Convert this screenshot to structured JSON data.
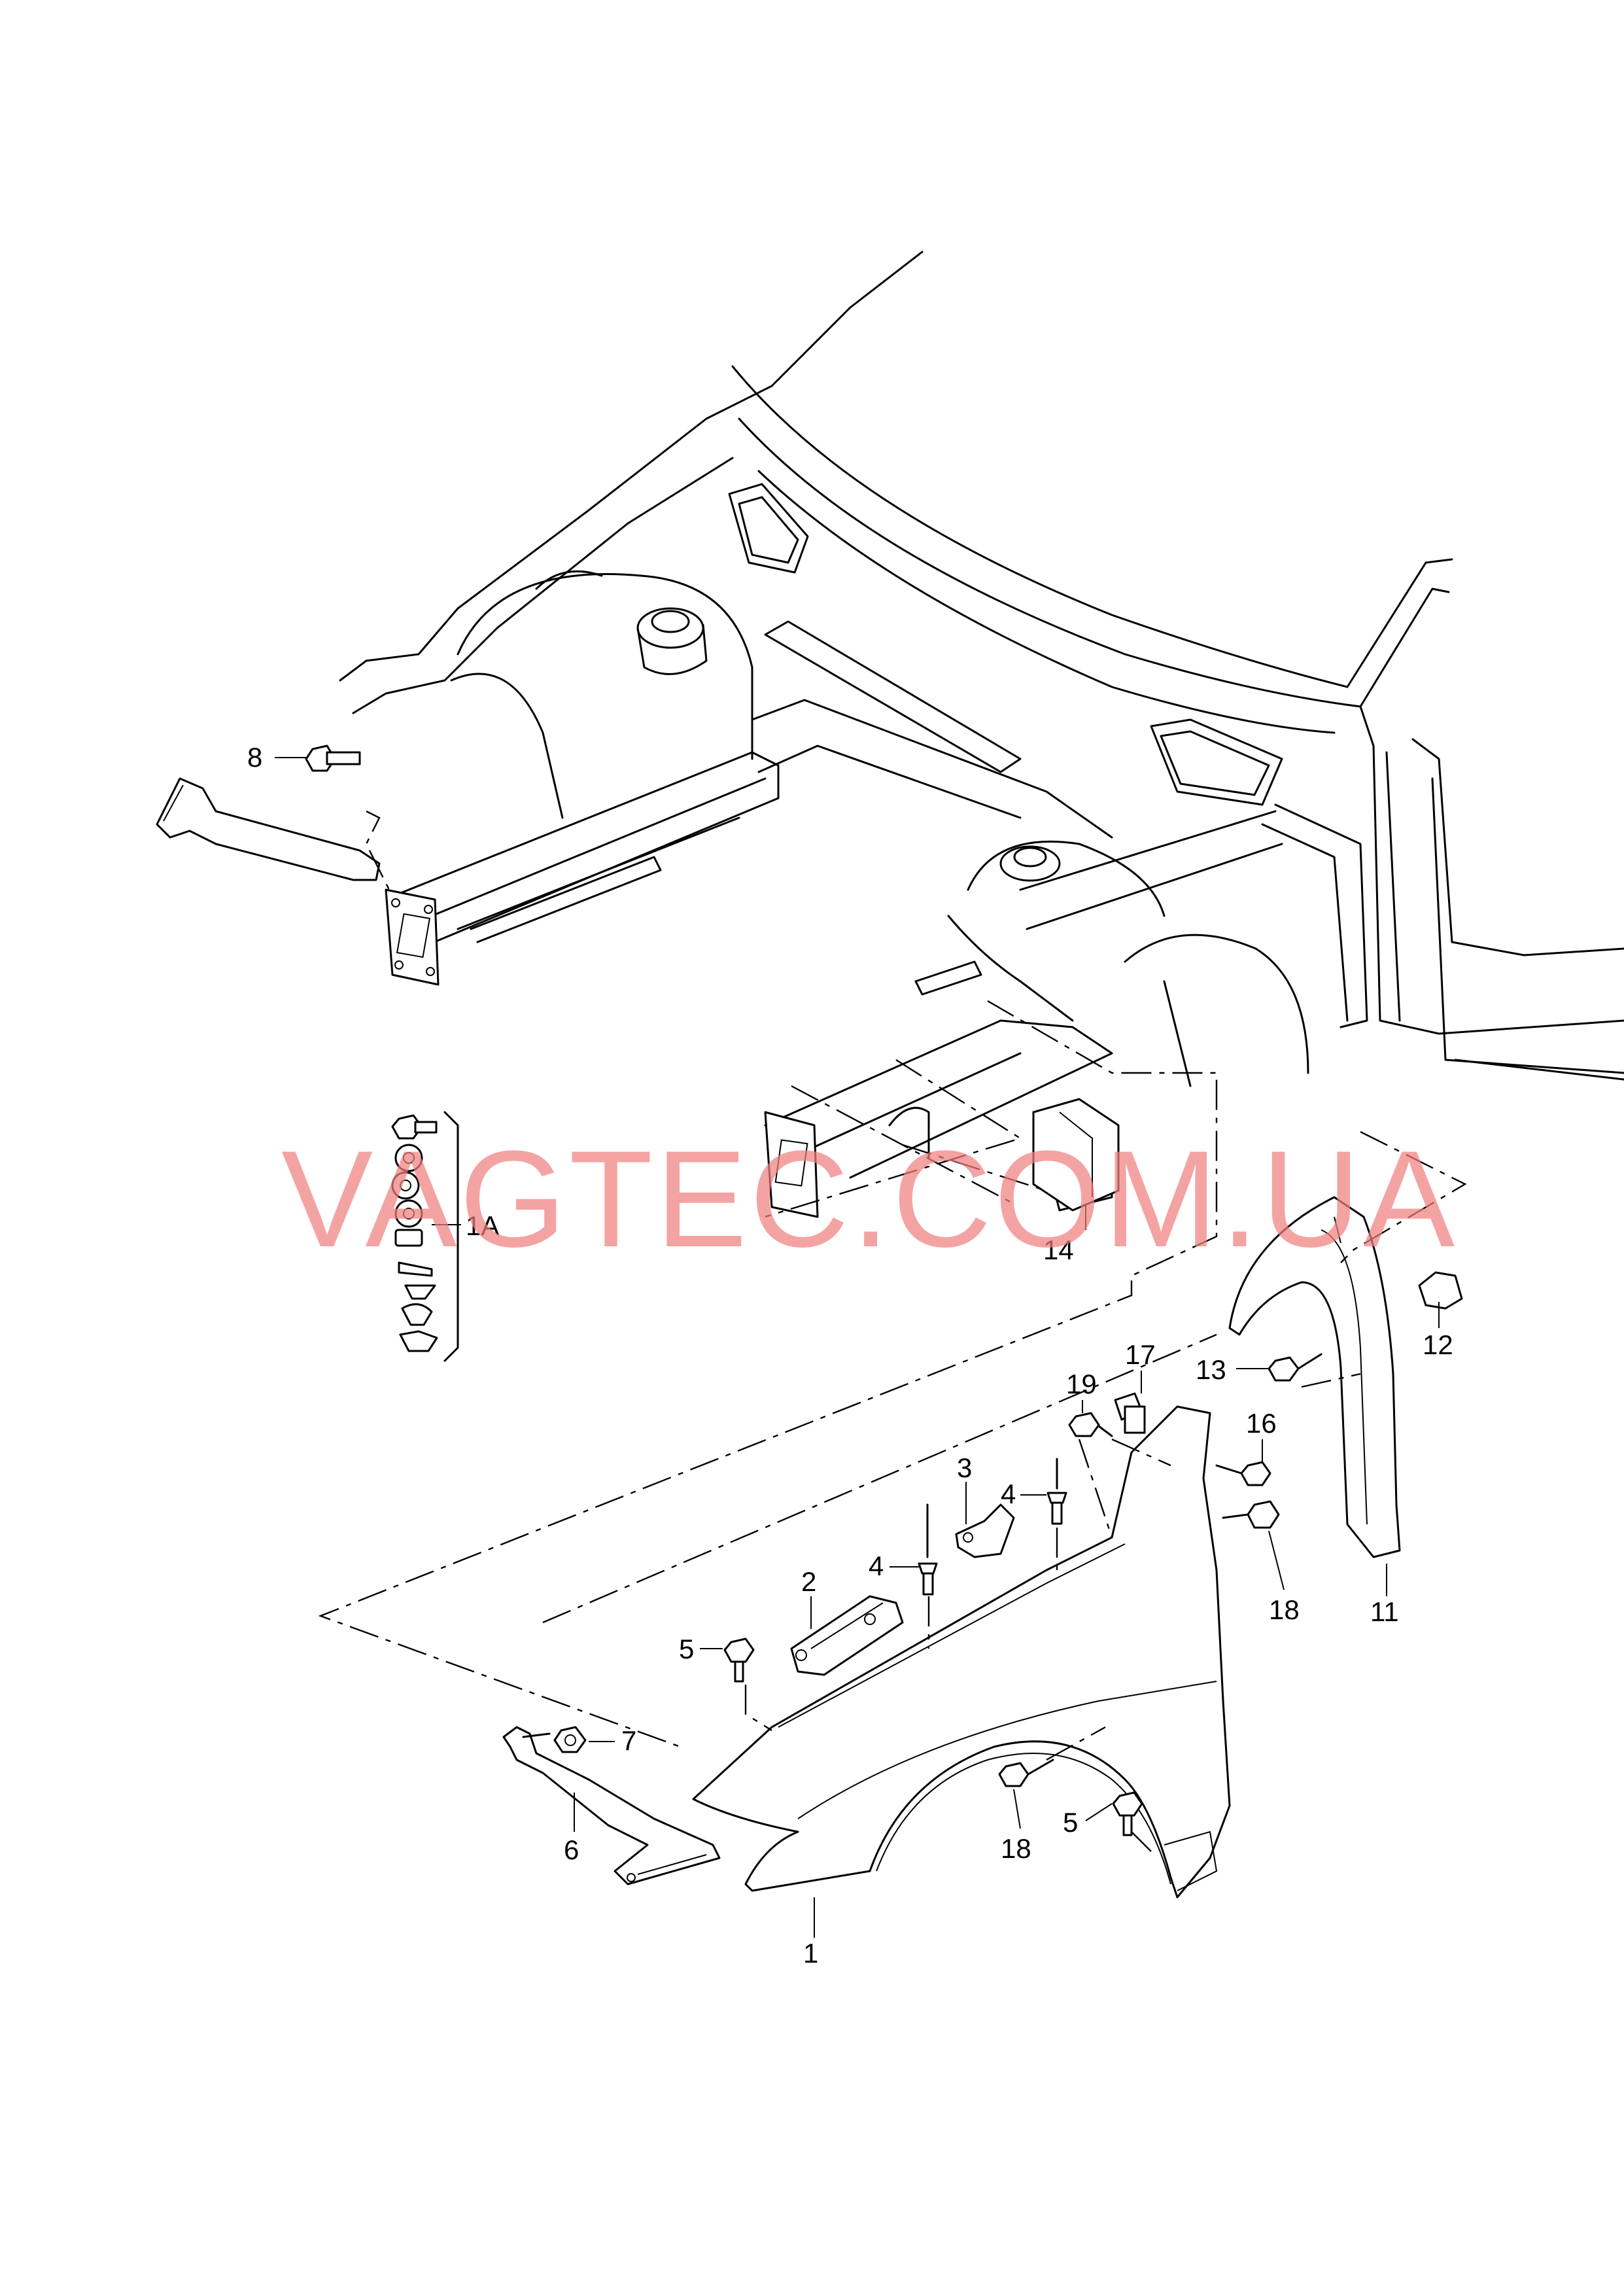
{
  "watermark": "VAGTEC.COM.UA",
  "callouts": {
    "c1": "1",
    "c1A": "1A",
    "c2": "2",
    "c3": "3",
    "c4a": "4",
    "c4b": "4",
    "c5a": "5",
    "c5b": "5",
    "c6": "6",
    "c7": "7",
    "c8": "8",
    "c11": "11",
    "c12": "12",
    "c13": "13",
    "c14": "14",
    "c16": "16",
    "c17": "17",
    "c18a": "18",
    "c18b": "18",
    "c19": "19"
  }
}
